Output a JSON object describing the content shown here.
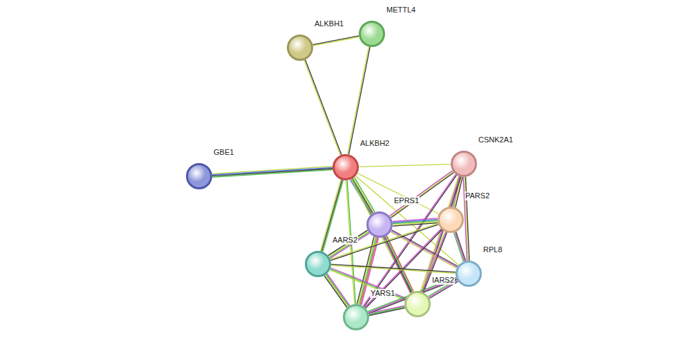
{
  "diagram": {
    "nodes": [
      {
        "text": [
          "METTL4"
        ]
      },
      {
        "text": [
          "ALKBH1"
        ]
      },
      {
        "text": [
          "ALKBH2"
        ]
      },
      {
        "text": [
          "CSNK2A1"
        ]
      },
      {
        "text": [
          "GBE1"
        ]
      },
      {
        "text": [
          "EPRS1"
        ]
      },
      {
        "text": [
          "PARS2"
        ]
      },
      {
        "text": [
          "AARS2"
        ]
      },
      {
        "text": [
          "RPL8"
        ]
      },
      {
        "text": [
          "IARS2"
        ]
      },
      {
        "text": [
          "YARS1"
        ]
      }
    ],
    "edges": [
      {
        "from": 1,
        "to": 0,
        "arrow": "none"
      },
      {
        "from": 1,
        "to": 2,
        "arrow": "none"
      },
      {
        "from": 0,
        "to": 2,
        "arrow": "none"
      },
      {
        "from": 4,
        "to": 2,
        "arrow": "none"
      },
      {
        "from": 2,
        "to": 3,
        "arrow": "none"
      },
      {
        "from": 2,
        "to": 5,
        "arrow": "none"
      },
      {
        "from": 2,
        "to": 6,
        "arrow": "none"
      },
      {
        "from": 2,
        "to": 7,
        "arrow": "none"
      },
      {
        "from": 2,
        "to": 10,
        "arrow": "none"
      },
      {
        "from": 2,
        "to": 9,
        "arrow": "none"
      },
      {
        "from": 2,
        "to": 8,
        "arrow": "none"
      },
      {
        "from": 3,
        "to": 5,
        "arrow": "none"
      },
      {
        "from": 3,
        "to": 6,
        "arrow": "none"
      },
      {
        "from": 3,
        "to": 8,
        "arrow": "none"
      },
      {
        "from": 3,
        "to": 9,
        "arrow": "none"
      },
      {
        "from": 3,
        "to": 10,
        "arrow": "none"
      },
      {
        "from": 5,
        "to": 6,
        "arrow": "none"
      },
      {
        "from": 5,
        "to": 7,
        "arrow": "none"
      },
      {
        "from": 5,
        "to": 10,
        "arrow": "none"
      },
      {
        "from": 5,
        "to": 9,
        "arrow": "none"
      },
      {
        "from": 5,
        "to": 8,
        "arrow": "none"
      },
      {
        "from": 6,
        "to": 7,
        "arrow": "none"
      },
      {
        "from": 6,
        "to": 8,
        "arrow": "none"
      },
      {
        "from": 6,
        "to": 9,
        "arrow": "none"
      },
      {
        "from": 6,
        "to": 10,
        "arrow": "none"
      },
      {
        "from": 7,
        "to": 10,
        "arrow": "none"
      },
      {
        "from": 7,
        "to": 9,
        "arrow": "none"
      },
      {
        "from": 7,
        "to": 8,
        "arrow": "none"
      },
      {
        "from": 8,
        "to": 9,
        "arrow": "none"
      },
      {
        "from": 8,
        "to": 10,
        "arrow": "none"
      },
      {
        "from": 10,
        "to": 9,
        "arrow": "none"
      }
    ]
  }
}
